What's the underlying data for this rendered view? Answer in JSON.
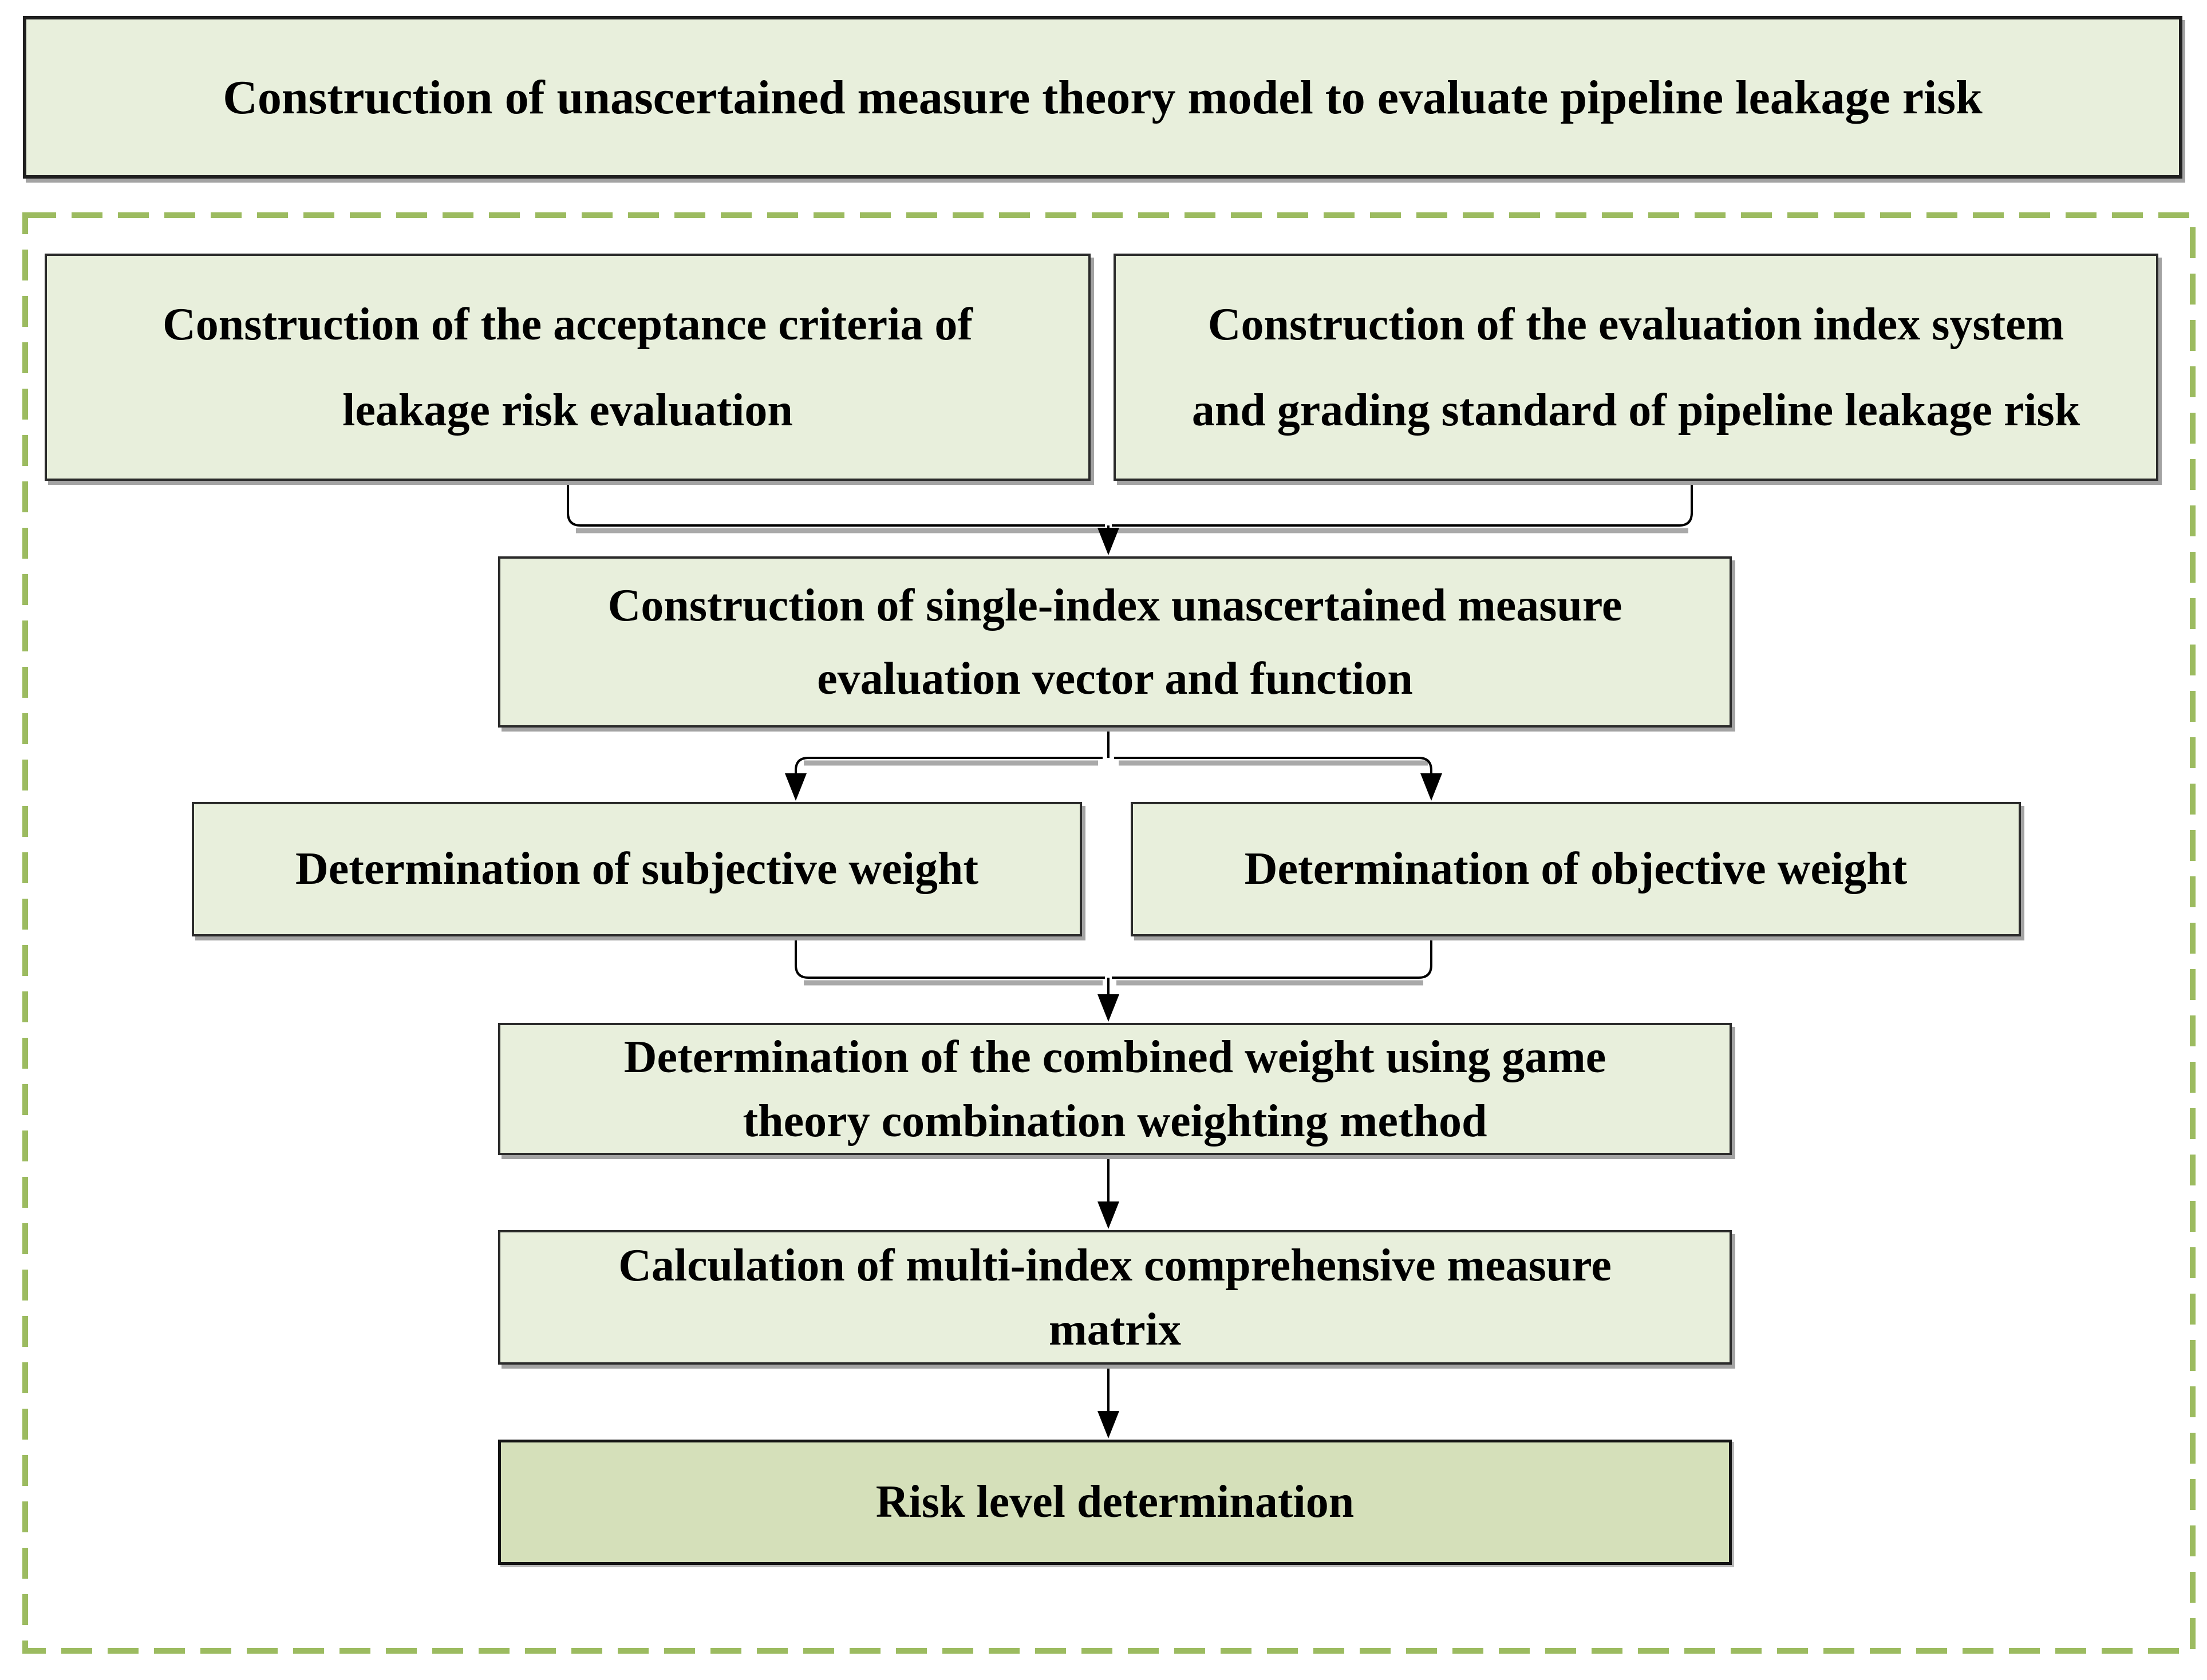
{
  "diagram": {
    "title": "Construction of unascertained measure theory model to evaluate pipeline leakage risk",
    "nodes": {
      "acceptance_criteria": {
        "lines": [
          "Construction of the acceptance criteria of",
          "leakage risk evaluation"
        ]
      },
      "evaluation_index_system": {
        "lines": [
          "Construction of the evaluation index system",
          "and grading standard of pipeline leakage risk"
        ]
      },
      "single_index_measure": {
        "lines": [
          "Construction of single-index unascertained measure",
          "evaluation vector and function"
        ]
      },
      "subjective_weight": {
        "lines": [
          "Determination of subjective weight"
        ]
      },
      "objective_weight": {
        "lines": [
          "Determination of objective weight"
        ]
      },
      "combined_weight": {
        "lines": [
          "Determination of the combined weight using game",
          "theory combination weighting method"
        ]
      },
      "comprehensive_matrix": {
        "lines": [
          "Calculation of multi-index comprehensive measure",
          "matrix"
        ]
      },
      "risk_level": {
        "lines": [
          "Risk level determination"
        ]
      }
    },
    "edges": [
      {
        "from": "acceptance_criteria",
        "to": "single_index_measure"
      },
      {
        "from": "evaluation_index_system",
        "to": "single_index_measure"
      },
      {
        "from": "single_index_measure",
        "to": "subjective_weight"
      },
      {
        "from": "single_index_measure",
        "to": "objective_weight"
      },
      {
        "from": "subjective_weight",
        "to": "combined_weight"
      },
      {
        "from": "objective_weight",
        "to": "combined_weight"
      },
      {
        "from": "combined_weight",
        "to": "comprehensive_matrix"
      },
      {
        "from": "comprehensive_matrix",
        "to": "risk_level"
      }
    ],
    "colors": {
      "node_fill": "#e8efdc",
      "risk_fill": "#d5e0ba",
      "node_border": "#2b2b2b",
      "dashed_border": "#9cbb60",
      "connector": "#000000",
      "connector_shadow": "#9a9a9a",
      "shadow": "#a3a3a3",
      "text": "#000000"
    }
  }
}
